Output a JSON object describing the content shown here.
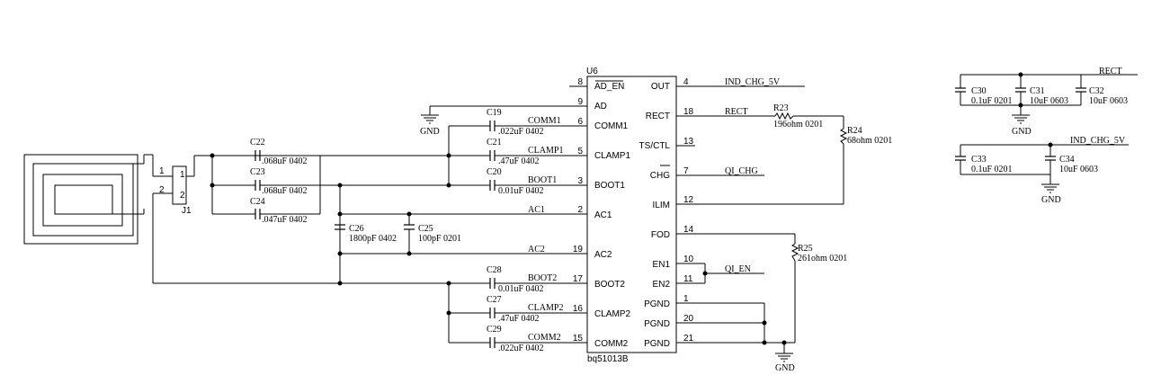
{
  "ic": {
    "ref": "U6",
    "part": "bq51013B",
    "pins_left": [
      {
        "num": "8",
        "name": "AD_EN"
      },
      {
        "num": "9",
        "name": "AD"
      },
      {
        "num": "6",
        "name": "COMM1"
      },
      {
        "num": "5",
        "name": "CLAMP1"
      },
      {
        "num": "3",
        "name": "BOOT1"
      },
      {
        "num": "2",
        "name": "AC1"
      },
      {
        "num": "19",
        "name": "AC2"
      },
      {
        "num": "17",
        "name": "BOOT2"
      },
      {
        "num": "16",
        "name": "CLAMP2"
      },
      {
        "num": "15",
        "name": "COMM2"
      }
    ],
    "pins_right": [
      {
        "num": "4",
        "name": "OUT"
      },
      {
        "num": "18",
        "name": "RECT"
      },
      {
        "num": "13",
        "name": "TS/CTL"
      },
      {
        "num": "7",
        "name": "CHG"
      },
      {
        "num": "12",
        "name": "ILIM"
      },
      {
        "num": "14",
        "name": "FOD"
      },
      {
        "num": "10",
        "name": "EN1"
      },
      {
        "num": "11",
        "name": "EN2"
      },
      {
        "num": "1",
        "name": "PGND"
      },
      {
        "num": "20",
        "name": "PGND"
      },
      {
        "num": "21",
        "name": "PGND"
      }
    ]
  },
  "connector": {
    "ref": "J1",
    "pin1": "1",
    "pin2": "2",
    "ext1": "1",
    "ext2": "2"
  },
  "capacitors": [
    {
      "ref": "C22",
      "value": ".068uF 0402"
    },
    {
      "ref": "C23",
      "value": ".068uF 0402"
    },
    {
      "ref": "C24",
      "value": ".047uF 0402"
    },
    {
      "ref": "C26",
      "value": "1800pF 0402"
    },
    {
      "ref": "C25",
      "value": "100pF 0201"
    },
    {
      "ref": "C19",
      "value": ".022uF 0402"
    },
    {
      "ref": "C21",
      "value": ".47uF 0402"
    },
    {
      "ref": "C20",
      "value": "0.01uF 0402"
    },
    {
      "ref": "C28",
      "value": "0.01uF 0402"
    },
    {
      "ref": "C27",
      "value": ".47uF 0402"
    },
    {
      "ref": "C29",
      "value": ".022uF 0402"
    },
    {
      "ref": "C30",
      "value": "0.1uF 0201"
    },
    {
      "ref": "C31",
      "value": "10uF 0603"
    },
    {
      "ref": "C32",
      "value": "10uF 0603"
    },
    {
      "ref": "C33",
      "value": "0.1uF 0201"
    },
    {
      "ref": "C34",
      "value": "10uF 0603"
    }
  ],
  "resistors": [
    {
      "ref": "R23",
      "value": "196ohm 0201"
    },
    {
      "ref": "R24",
      "value": "68ohm 0201"
    },
    {
      "ref": "R25",
      "value": "261ohm 0201"
    }
  ],
  "nets": {
    "comm1": "COMM1",
    "clamp1": "CLAMP1",
    "boot1": "BOOT1",
    "ac1": "AC1",
    "ac2": "AC2",
    "boot2": "BOOT2",
    "clamp2": "CLAMP2",
    "comm2": "COMM2",
    "ind_chg": "IND_CHG_5V",
    "rect": "RECT",
    "qi_chg": "QI_CHG",
    "qi_en": "QI_EN",
    "rect2": "RECT",
    "ind_chg2": "IND_CHG_5V"
  },
  "grounds": {
    "g1": "GND",
    "g2": "GND",
    "g3": "GND",
    "g4": "GND"
  }
}
